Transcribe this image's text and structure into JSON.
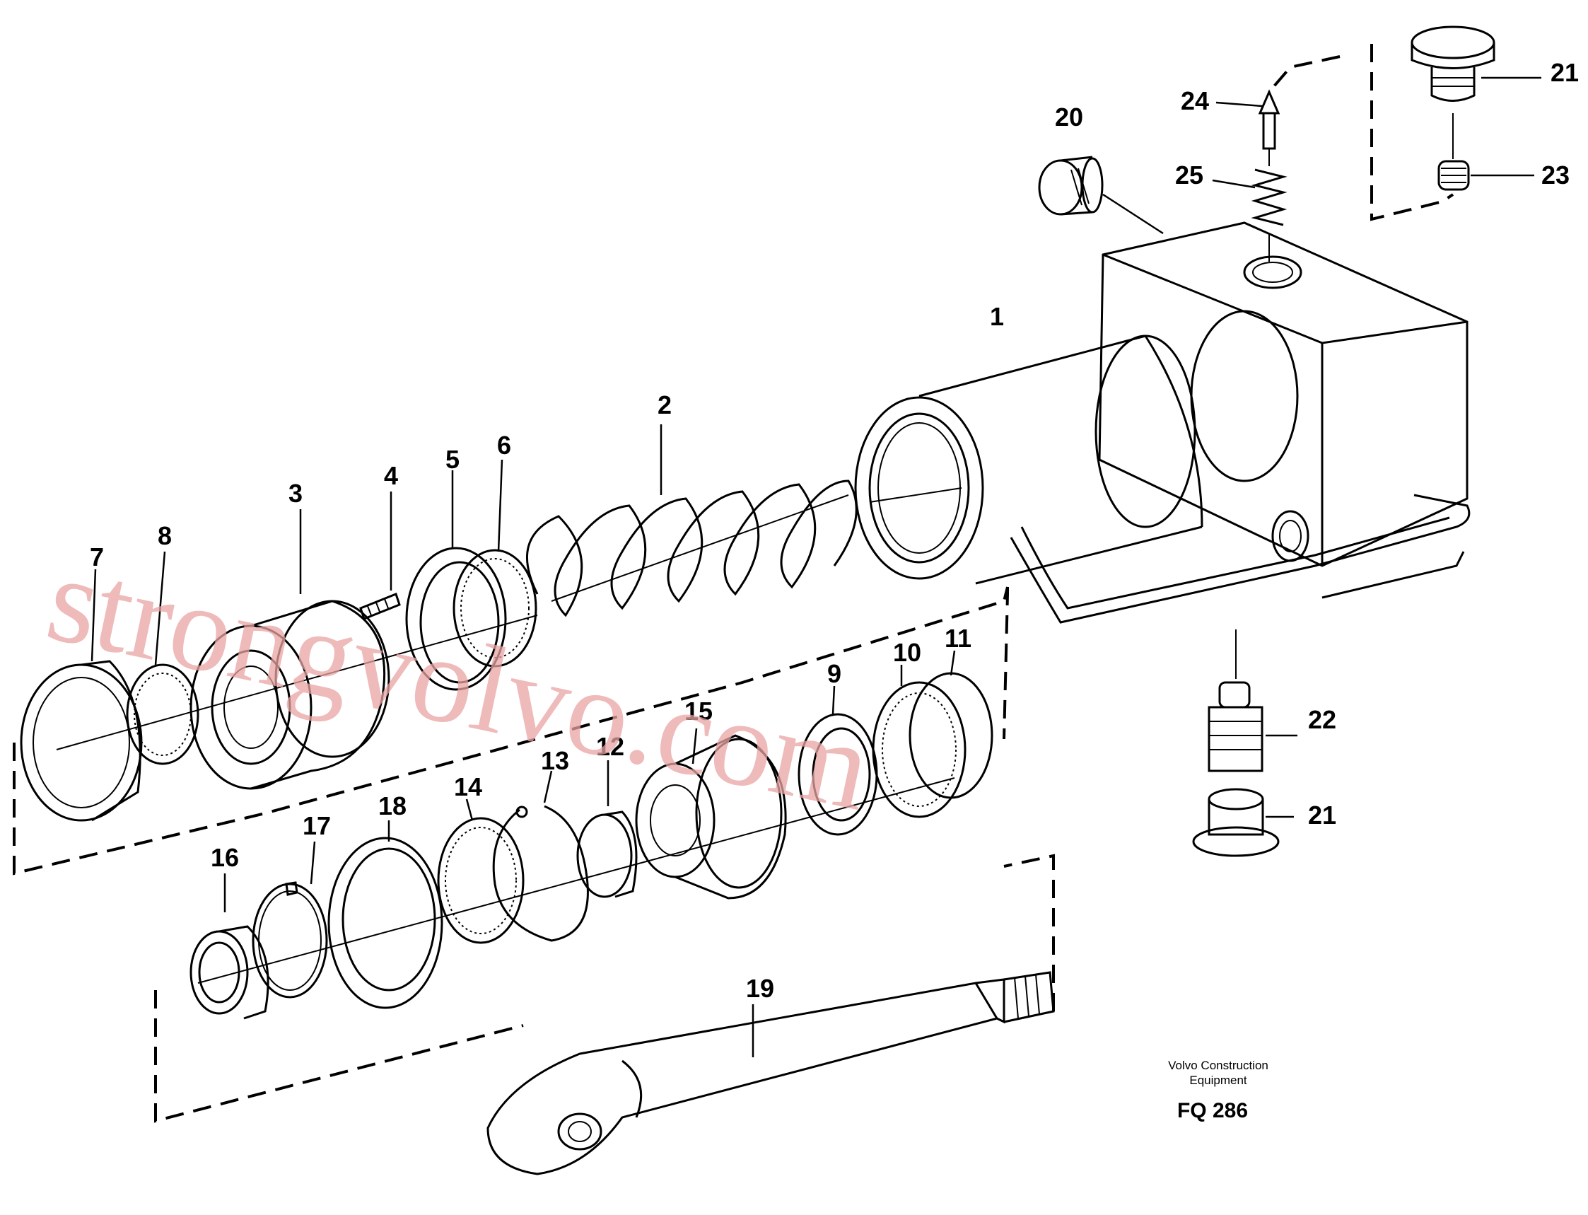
{
  "labels": [
    {
      "id": "p1",
      "text": "1"
    },
    {
      "id": "p2",
      "text": "2"
    },
    {
      "id": "p3",
      "text": "3"
    },
    {
      "id": "p4",
      "text": "4"
    },
    {
      "id": "p5",
      "text": "5"
    },
    {
      "id": "p6",
      "text": "6"
    },
    {
      "id": "p7",
      "text": "7"
    },
    {
      "id": "p8",
      "text": "8"
    },
    {
      "id": "p9",
      "text": "9"
    },
    {
      "id": "p10",
      "text": "10"
    },
    {
      "id": "p11",
      "text": "11"
    },
    {
      "id": "p12",
      "text": "12"
    },
    {
      "id": "p13",
      "text": "13"
    },
    {
      "id": "p14",
      "text": "14"
    },
    {
      "id": "p15",
      "text": "15"
    },
    {
      "id": "p16",
      "text": "16"
    },
    {
      "id": "p17",
      "text": "17"
    },
    {
      "id": "p18",
      "text": "18"
    },
    {
      "id": "p19",
      "text": "19"
    },
    {
      "id": "p20",
      "text": "20"
    },
    {
      "id": "p21a",
      "text": "21"
    },
    {
      "id": "p21b",
      "text": "21"
    },
    {
      "id": "p22",
      "text": "22"
    },
    {
      "id": "p23",
      "text": "23"
    },
    {
      "id": "p24",
      "text": "24"
    },
    {
      "id": "p25",
      "text": "25"
    }
  ],
  "caption": {
    "line1": "Volvo Construction",
    "line2": "Equipment",
    "code": "FQ 286"
  },
  "watermark": "strongvolvo.com"
}
